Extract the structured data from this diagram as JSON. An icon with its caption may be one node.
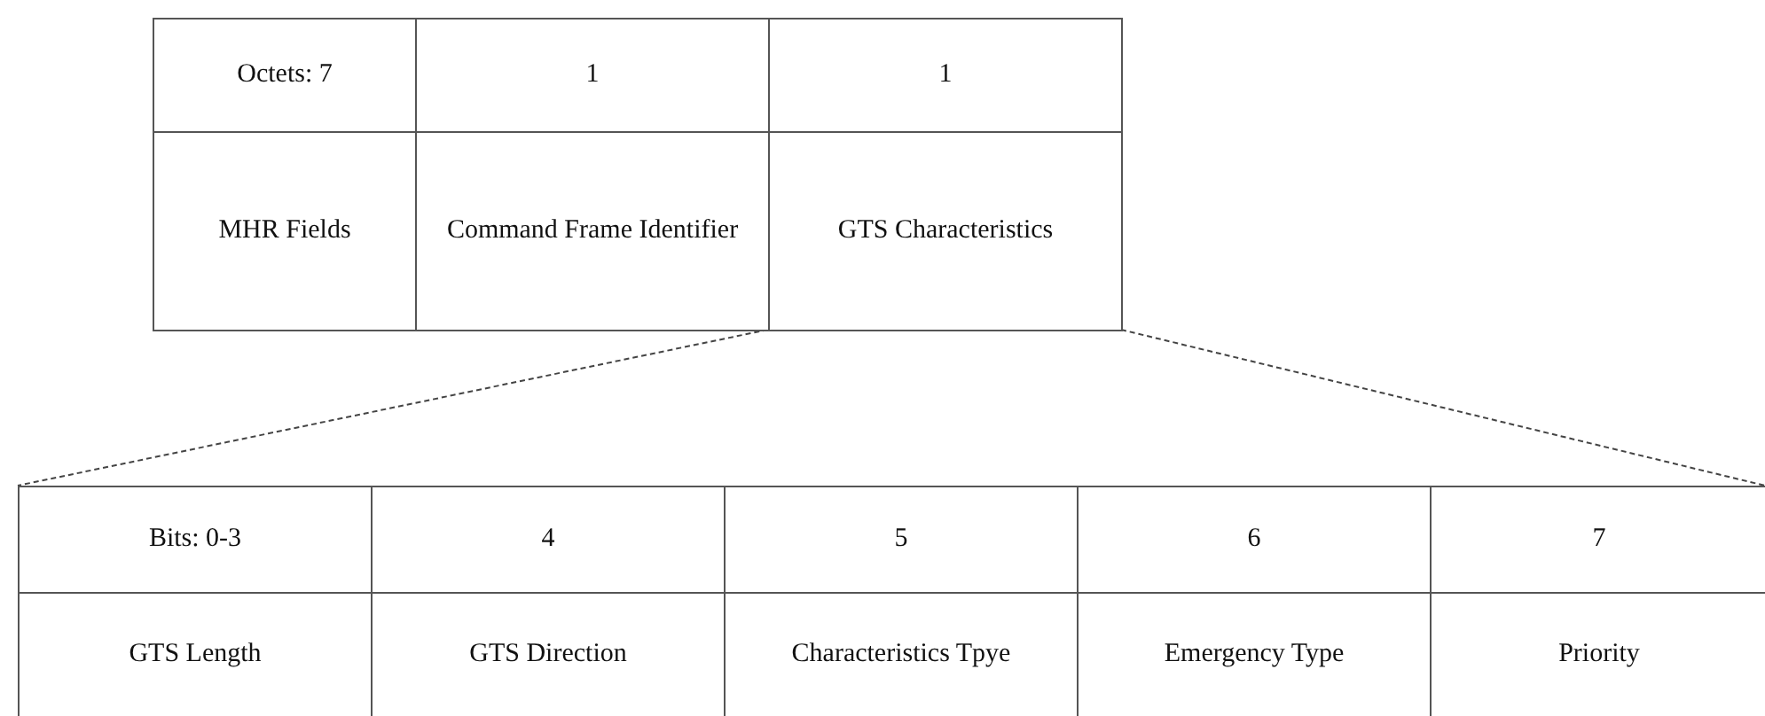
{
  "diagram": {
    "nodes": [
      {
        "text": [
          "GTS Characteristics"
        ]
      },
      {
        "text": [],
        "shape": "box"
      }
    ],
    "edges": [
      {
        "from": 0,
        "to": 1,
        "arrow": "none",
        "style": "dashed"
      },
      {
        "from": 0,
        "to": 1,
        "arrow": "none",
        "style": "dashed"
      }
    ],
    "labels": [
      "Octets: 7",
      "1",
      "1",
      "MHR Fields",
      "Command Frame Identifier",
      "Bits: 0-3",
      "4",
      "5",
      "6",
      "7",
      "GTS Length",
      "GTS Direction",
      "Characteristics Tpye",
      "Emergency Type",
      "Priority"
    ]
  }
}
